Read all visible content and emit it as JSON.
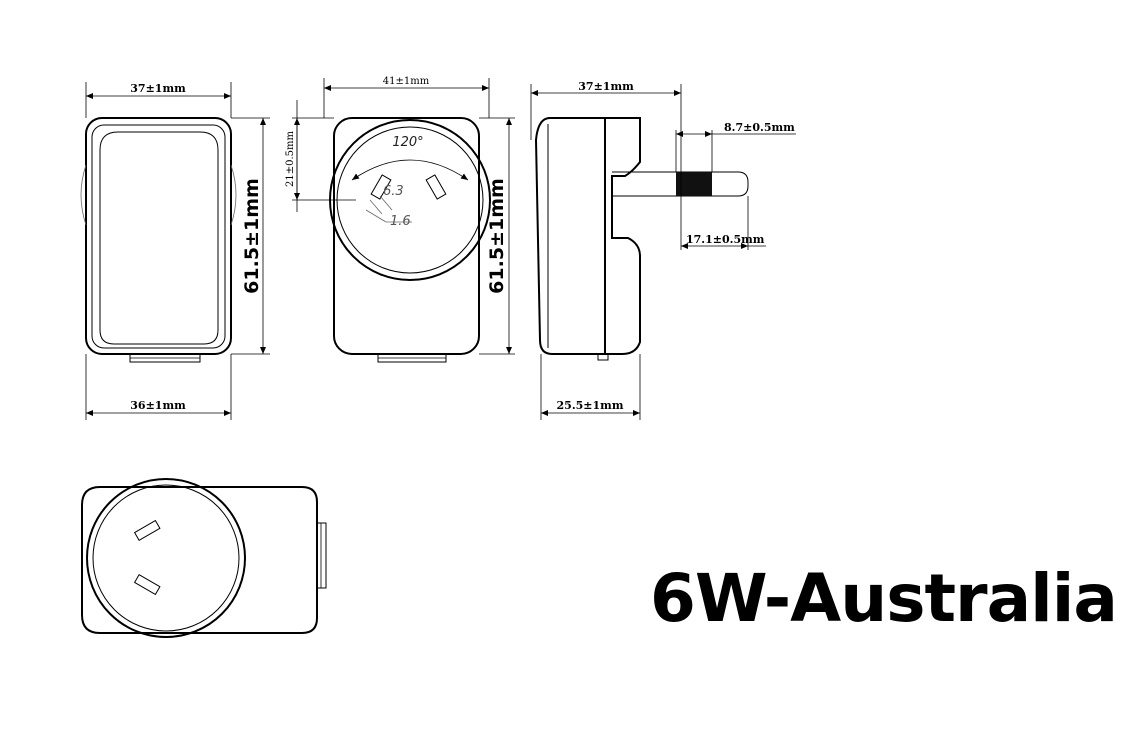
{
  "title": "6W-Australia",
  "dimensions": {
    "front_top_width": "37±1mm",
    "front_bottom_width": "36±1mm",
    "front_height": "61.5±1mm",
    "back_width": "41±1mm",
    "back_pin_offset": "21±0.5mm",
    "back_height": "61.5±1mm",
    "back_angle": "120°",
    "pin_length": "6.3",
    "pin_width": "1.6",
    "side_top_width": "37±1mm",
    "side_bottom_depth": "25.5±1mm",
    "pin_extension": "8.7±0.5mm",
    "pin_span": "17.1±0.5mm"
  }
}
